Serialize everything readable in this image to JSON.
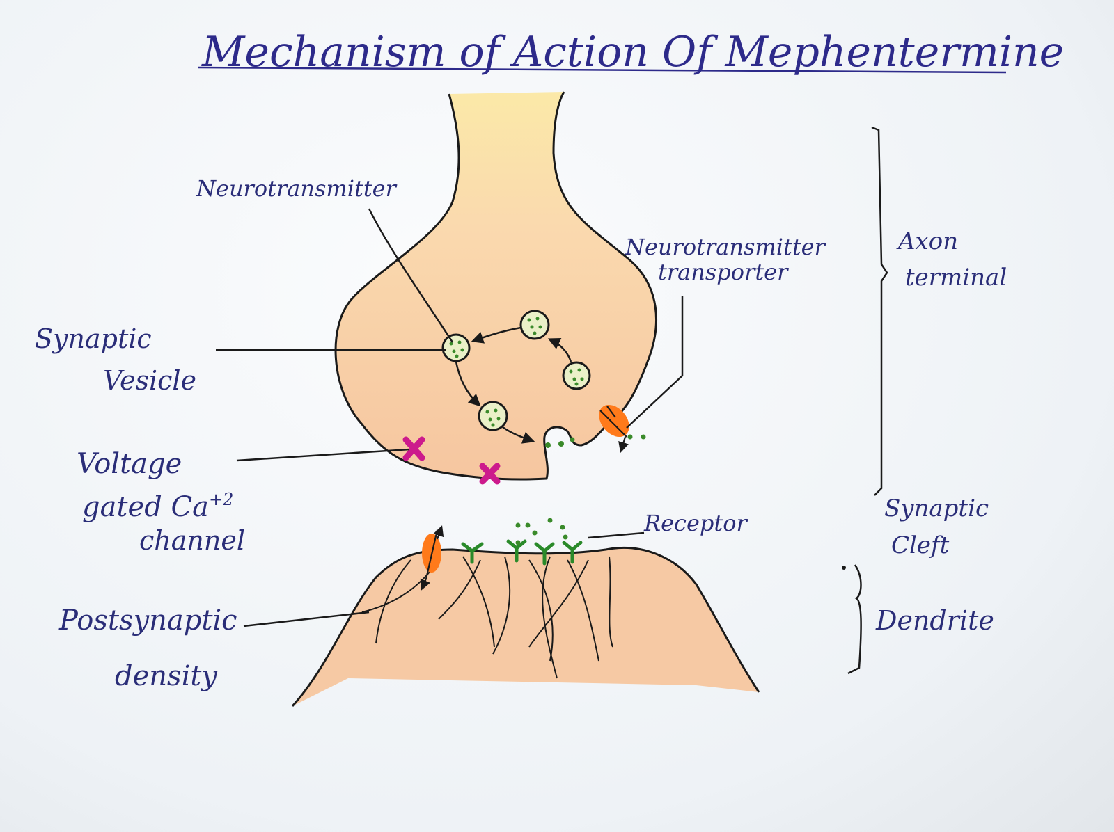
{
  "title": "Mechanism of Action Of Mephentermine",
  "labels": {
    "neurotransmitter": "Neurotransmitter",
    "synaptic_vesicle_line1": "Synaptic",
    "synaptic_vesicle_line2": "Vesicle",
    "nt_transporter_line1": "Neurotransmitter",
    "nt_transporter_line2": "transporter",
    "axon_terminal_line1": "Axon",
    "axon_terminal_line2": "terminal",
    "voltage_line1": "Voltage",
    "voltage_line2": "gated Ca",
    "voltage_sup": "+2",
    "voltage_line3": "channel",
    "receptor": "Receptor",
    "synaptic_cleft_line1": "Synaptic",
    "synaptic_cleft_line2": "Cleft",
    "postsynaptic_line1": "Postsynaptic",
    "postsynaptic_line2": "density",
    "dendrite": "Dendrite"
  },
  "colors": {
    "ink": "#2a2d78",
    "terminal_fill": "#f6c9a4",
    "neck_fill": "#fbe6a6",
    "vesicle_fill": "#eaf0c8",
    "vesicle_dot": "#3a8a2a",
    "ca_channel": "#cc1a8c",
    "transporter": "#ff7a1a",
    "receptor": "#2a8a2a"
  }
}
